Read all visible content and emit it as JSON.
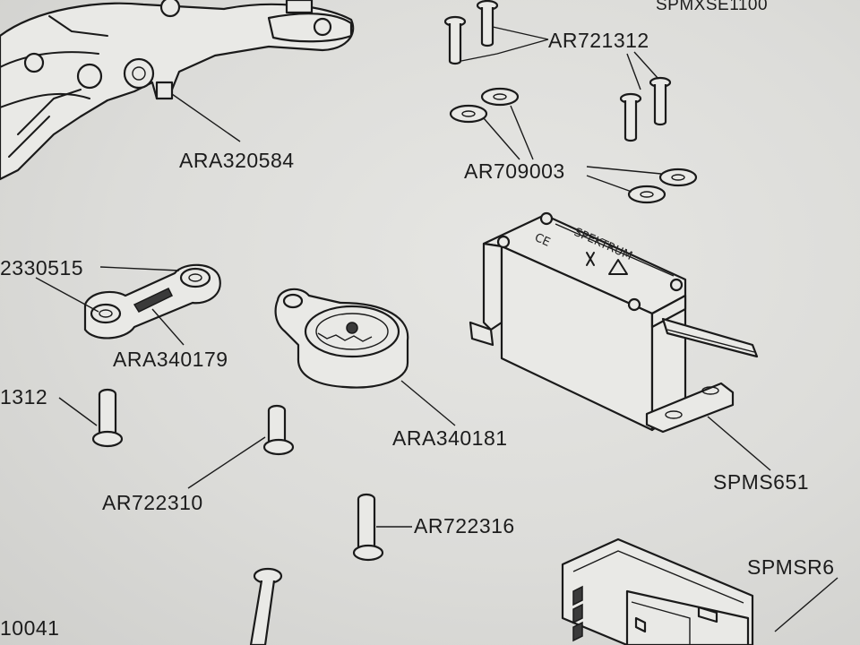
{
  "labels": {
    "spmxse1100": "SPMXSE1100",
    "ar721312_top": "AR721312",
    "ara320584": "ARA320584",
    "ar709003": "AR709003",
    "ara330515_partial": "2330515",
    "ara340179": "ARA340179",
    "ar721312_left_partial": "1312",
    "ara340181": "ARA340181",
    "spms651": "SPMS651",
    "ar722310": "AR722310",
    "ar722316": "AR722316",
    "spmsr6_partial": "SPMSR6",
    "bottom_left_partial": "10041"
  },
  "servo_markings": {
    "brand": "SPEKTRUM",
    "marks": "CE"
  }
}
